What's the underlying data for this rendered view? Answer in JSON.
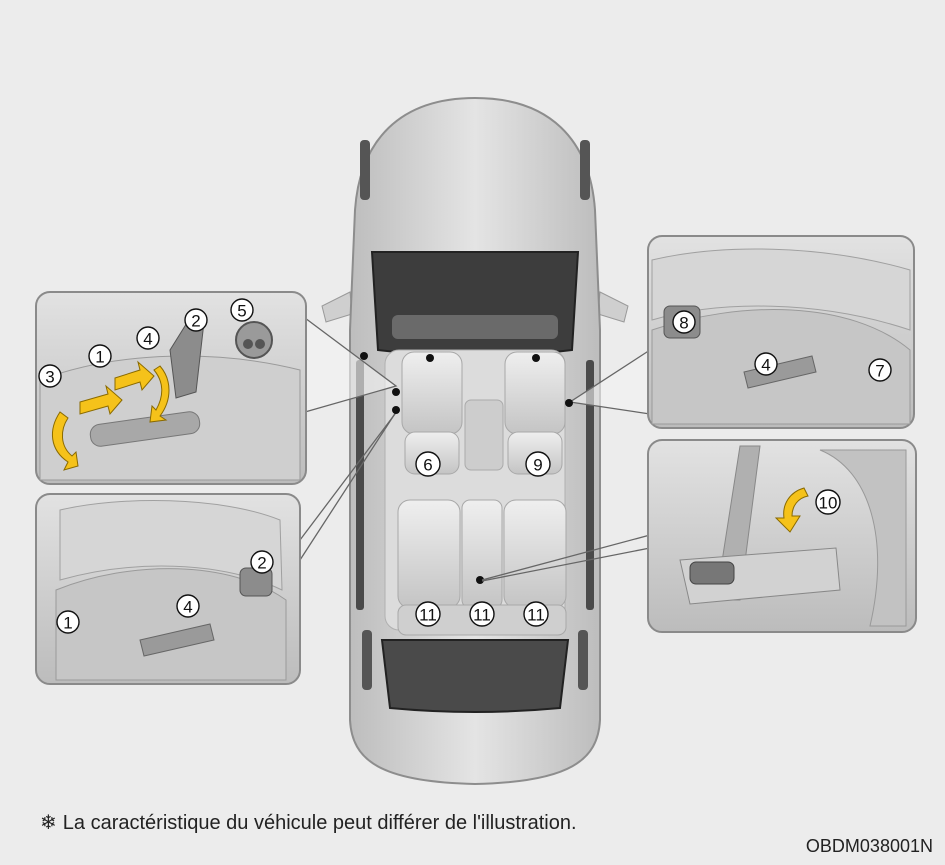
{
  "figure": {
    "note_mark": "❄",
    "note_text": "La caractéristique du véhicule peut différer de l'illustration.",
    "figure_code": "OBDM038001N"
  },
  "callouts": {
    "driver_power_seat": {
      "front_back": "1",
      "recline": "2",
      "cushion_tilt": "3",
      "height": "4",
      "lumbar": "5"
    },
    "driver_manual_seat": {
      "front_back": "1",
      "recline": "2",
      "height": "4"
    },
    "passenger_seat": {
      "recline": "8",
      "height": "4",
      "front_back": "7"
    },
    "rear_armrest": {
      "armrest": "10"
    },
    "car": {
      "driver_headrest": "6",
      "passenger_headrest": "9",
      "rear_left_headrest": "11",
      "rear_center_headrest": "11",
      "rear_right_headrest": "11"
    }
  },
  "colors": {
    "background": "#ececec",
    "car_body": "#d2d2d2",
    "glass": "#3b3b3b",
    "arrow": "#f5c21a",
    "panel_border": "#8a8a8a"
  }
}
